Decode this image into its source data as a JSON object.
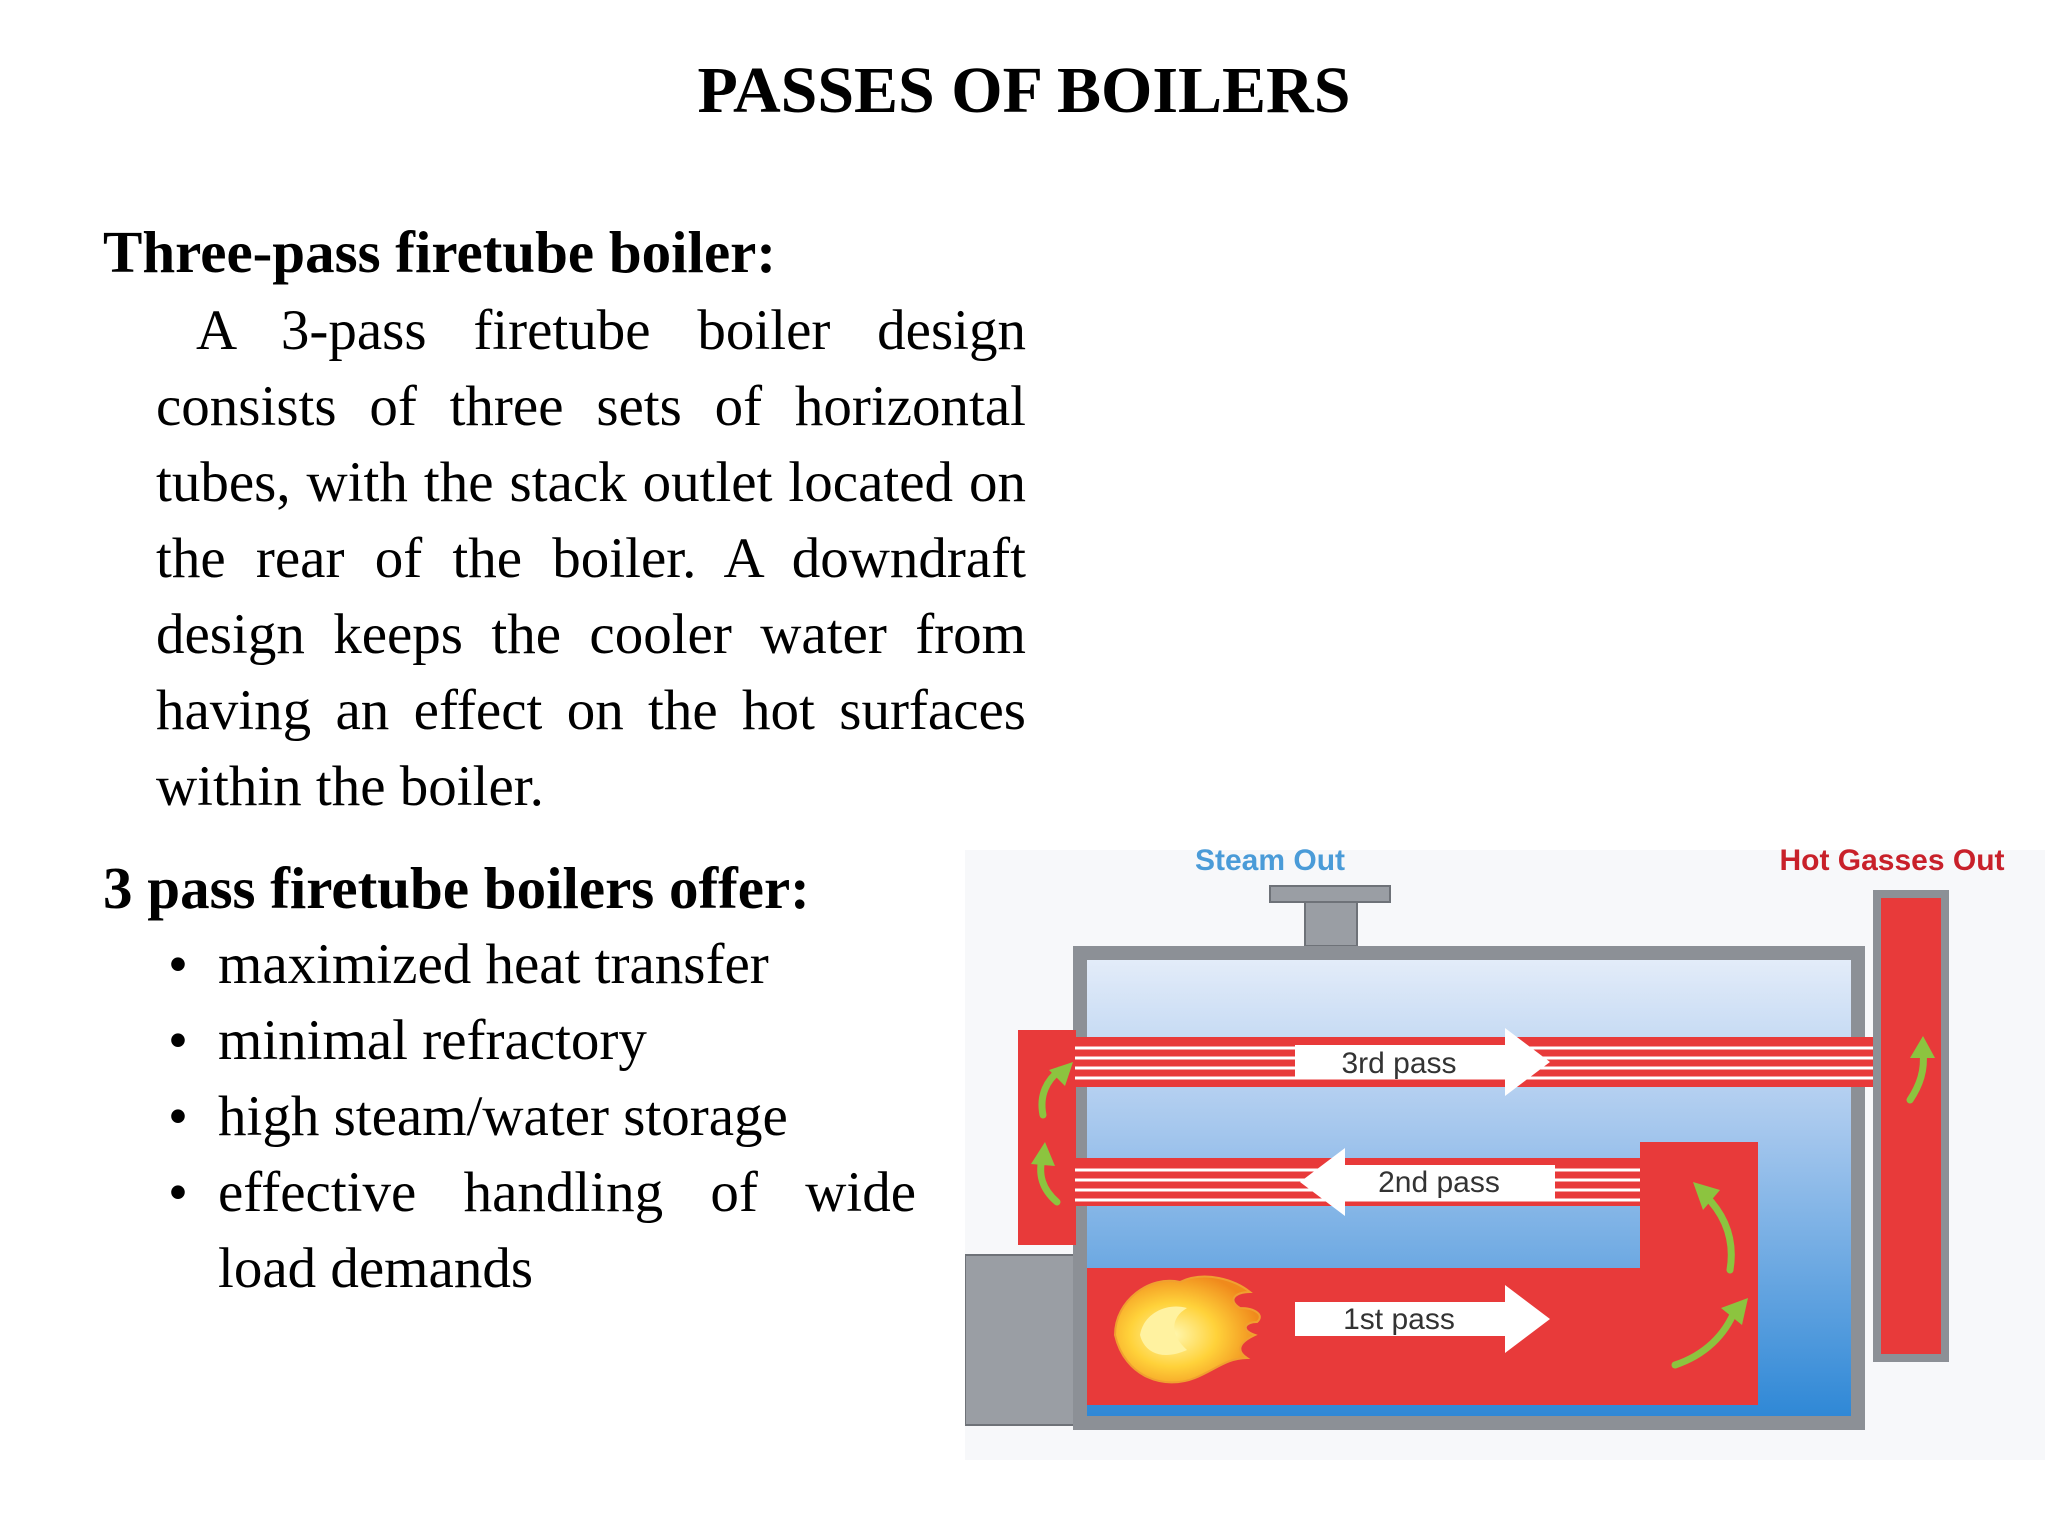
{
  "title": "PASSES OF BOILERS",
  "section1": {
    "heading": "Three-pass firetube boiler:",
    "paragraph": "A 3-pass firetube boiler design consists of three sets of horizontal tubes, with the stack outlet located on the rear of the boiler. A downdraft design keeps the cooler water from having an effect on the hot surfaces within the boiler."
  },
  "section2": {
    "heading": "3 pass firetube boilers offer:",
    "bullets": [
      "maximized heat transfer",
      "minimal refractory",
      "high steam/water storage",
      "effective handling of wide load demands"
    ]
  },
  "diagram": {
    "steam_out_label": "Steam Out",
    "hot_gasses_label": "Hot Gasses Out",
    "pass1_label": "1st pass",
    "pass2_label": "2nd pass",
    "pass3_label": "3rd pass",
    "colors": {
      "gas": "#e83a3a",
      "water_top": "#dde8f7",
      "water_bottom": "#2f88d6",
      "shell": "#8c9096",
      "steam_label": "#4a9bd8",
      "gas_label": "#c8202a",
      "arrow_green": "#8cc43f"
    }
  }
}
